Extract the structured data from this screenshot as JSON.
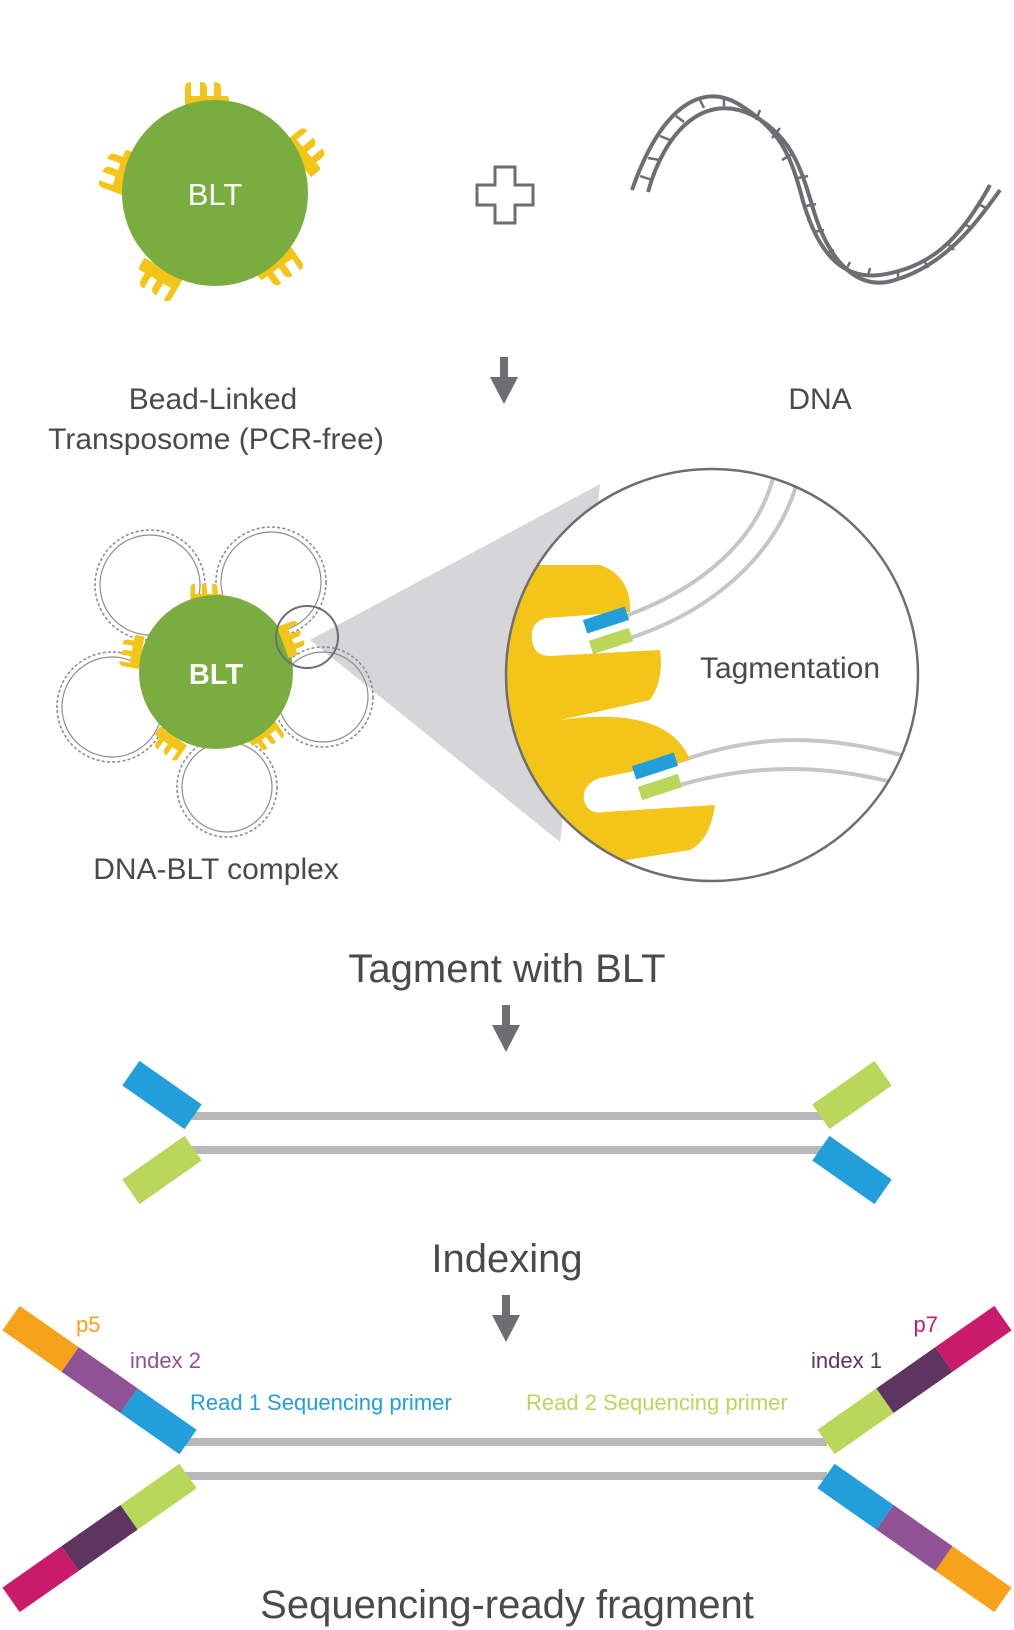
{
  "colors": {
    "bead_green": "#79ad3f",
    "transposome_yellow": "#f3c519",
    "dna_gray": "#6d6e71",
    "arrow_gray": "#6d6e71",
    "label_gray": "#4a4a4a",
    "strand_gray": "#b8b8bb",
    "zoom_cone_gray": "#d6d6d8",
    "adapter_blue": "#229fdb",
    "adapter_green": "#b9d75a",
    "p5_orange": "#f7a21b",
    "index2_purple": "#8f5294",
    "index1_plum": "#5e3560",
    "p7_magenta": "#c91a6b"
  },
  "icons": [
    "plus-icon",
    "down-arrow-icon",
    "dna-helix-icon",
    "magnifier-circle-icon"
  ],
  "step1": {
    "bead_label": "BLT",
    "bead_caption_line1": "Bead-Linked",
    "bead_caption_line2": "Transposome (PCR-free)",
    "dna_caption": "DNA"
  },
  "step2": {
    "bead_label": "BLT",
    "complex_caption": "DNA-BLT complex",
    "zoom_label": "Tagmentation"
  },
  "step3": {
    "title": "Tagment with BLT"
  },
  "step4": {
    "title": "Indexing"
  },
  "step5": {
    "p5_label": "p5",
    "index2_label": "index 2",
    "read1_label": "Read 1 Sequencing primer",
    "read2_label": "Read 2 Sequencing primer",
    "index1_label": "index 1",
    "p7_label": "p7",
    "title": "Sequencing-ready fragment"
  }
}
